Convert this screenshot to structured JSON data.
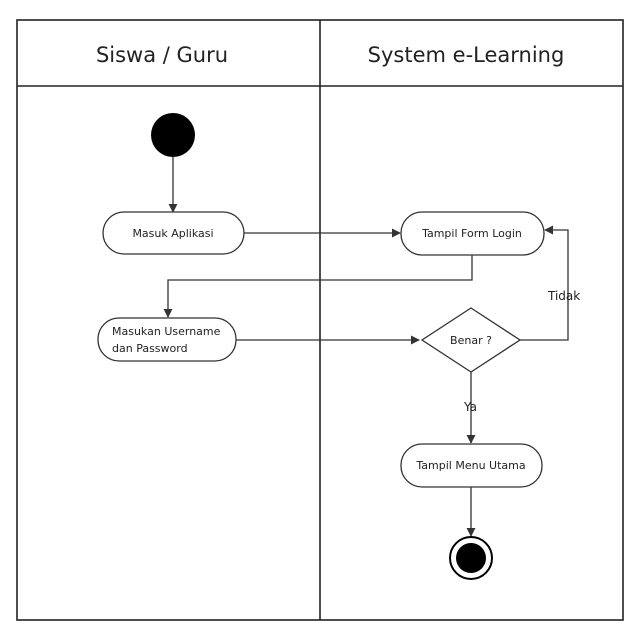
{
  "lanes": [
    {
      "title": "Siswa / Guru"
    },
    {
      "title": "System e-Learning"
    }
  ],
  "nodes": {
    "start": {
      "type": "initial"
    },
    "masuk": {
      "type": "activity",
      "lines": [
        "Masuk Aplikasi"
      ]
    },
    "form": {
      "type": "activity",
      "lines": [
        "Tampil Form Login"
      ]
    },
    "input": {
      "type": "activity",
      "lines": [
        "Masukan Username",
        "dan Password"
      ]
    },
    "cek": {
      "type": "decision",
      "lines": [
        "Benar ?"
      ]
    },
    "menu": {
      "type": "activity",
      "lines": [
        "Tampil Menu Utama"
      ]
    },
    "end": {
      "type": "final"
    }
  },
  "edges": {
    "tidak": "Tidak",
    "ya": "Ya"
  },
  "colors": {
    "line": "#333333",
    "fill": "#ffffff",
    "node": "#000000"
  }
}
